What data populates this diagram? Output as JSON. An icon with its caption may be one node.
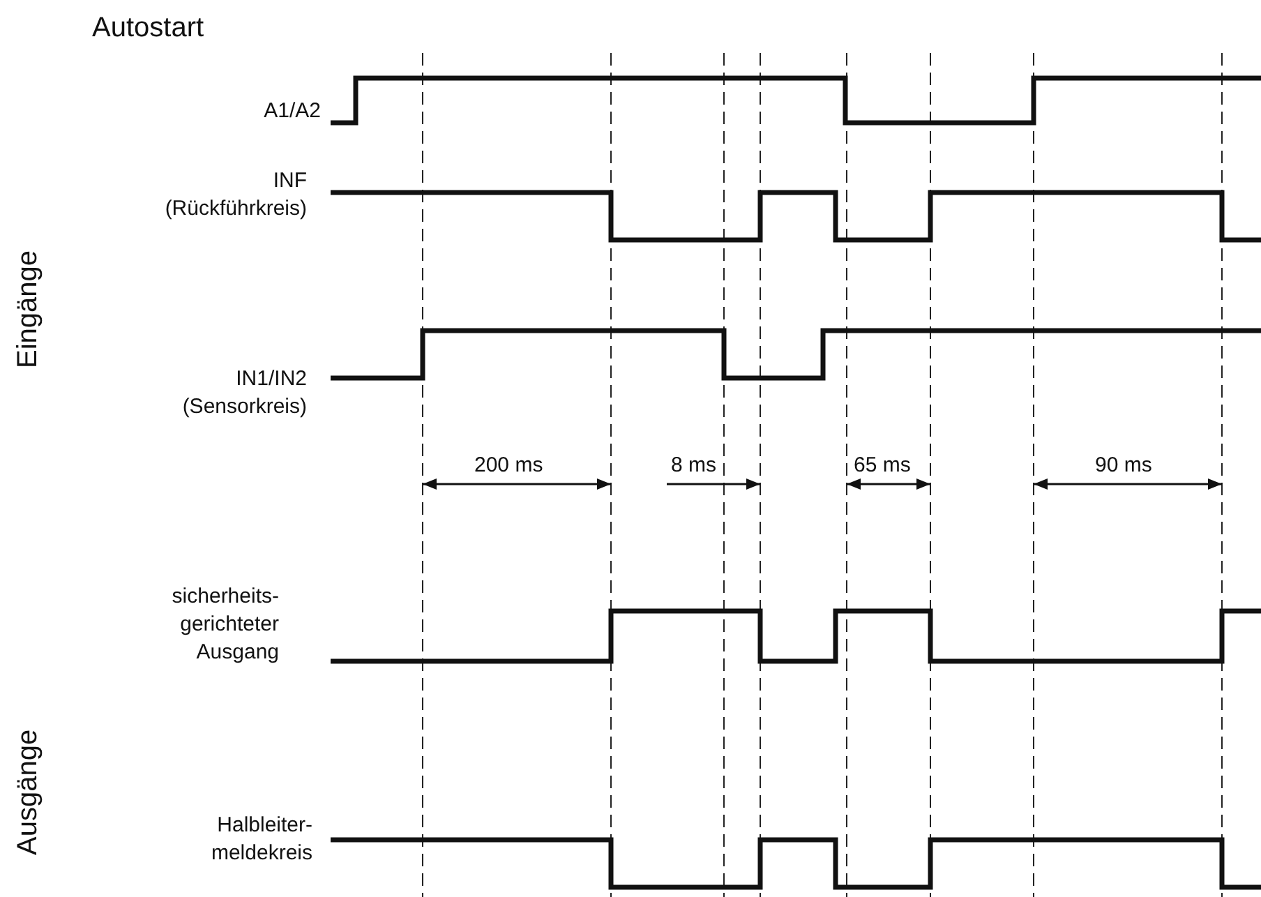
{
  "diagram": {
    "title": "Autostart",
    "labels": [
      "Eingänge",
      "A1/A2",
      "INF (Rückführkreis)",
      "IN1/IN2 (Sensorkreis)",
      "200 ms",
      "8 ms",
      "65 ms",
      "90 ms",
      "Ausgänge",
      "sicherheits-gerichteter Ausgang",
      "Halbleiter-meldekreis"
    ]
  }
}
